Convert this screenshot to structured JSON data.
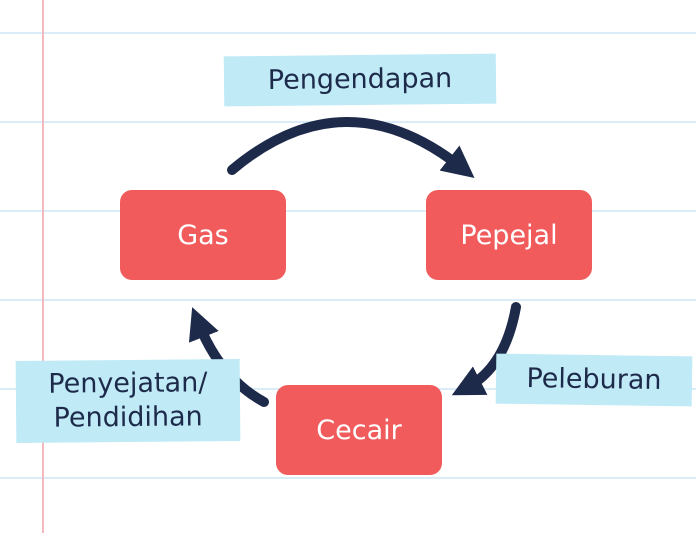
{
  "nodes": {
    "gas": "Gas",
    "solid": "Pepejal",
    "liquid": "Cecair"
  },
  "processes": {
    "deposition": "Pengendapan",
    "melting": "Peleburan",
    "evaporation_line1": "Penyejatan/",
    "evaporation_line2": "Pendidihan"
  },
  "colors": {
    "node_fill": "#f15b5b",
    "label_tape": "#bfeaf6",
    "arrow": "#1e2a4a",
    "paper_rule": "#d9ecf7",
    "margin_rule": "#f4b8bf"
  }
}
